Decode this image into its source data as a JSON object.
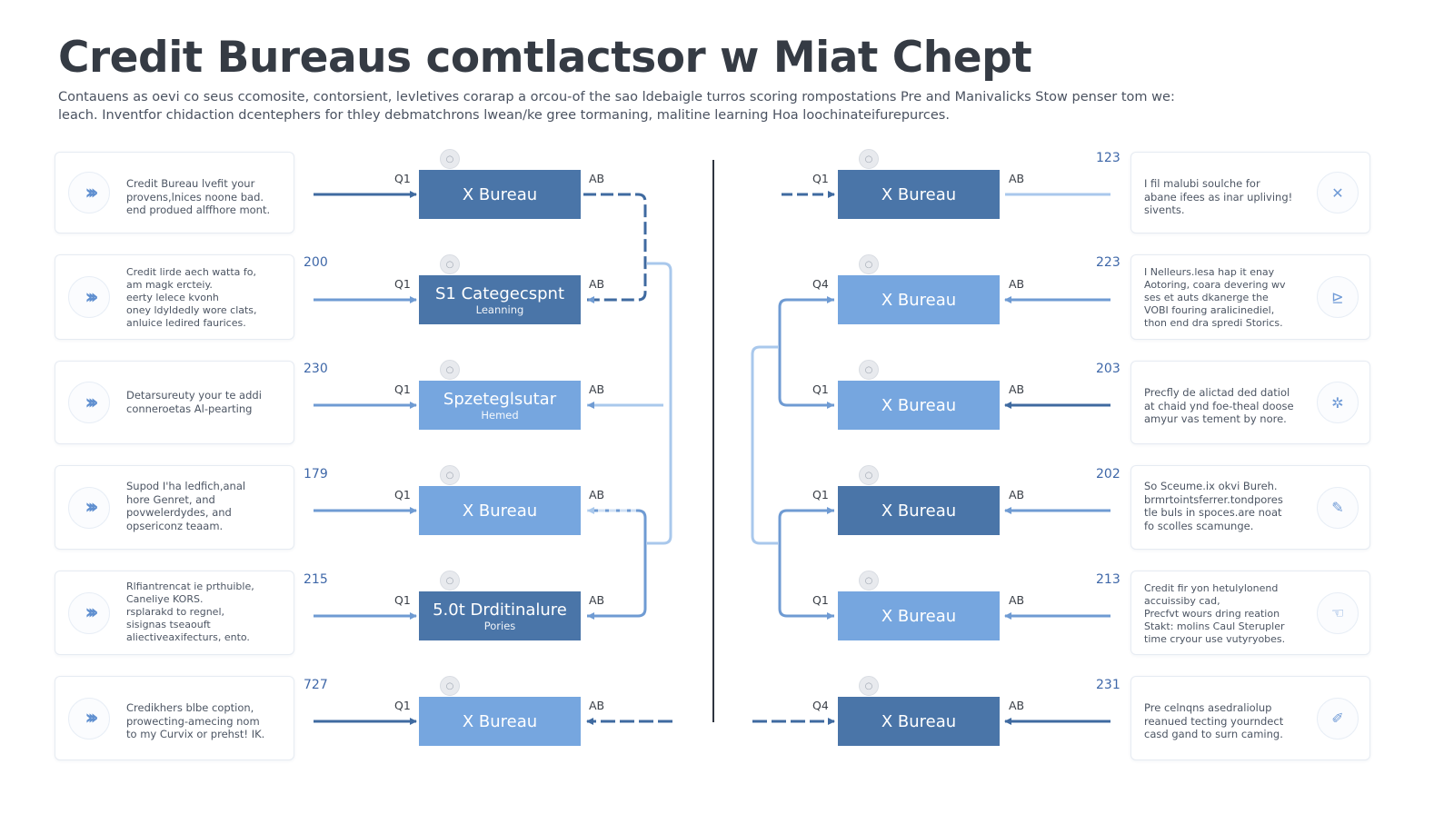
{
  "title": "Credit Bureaus comtlactsor w Miat Chept",
  "subtitle": {
    "line1": "Contauens as oevi co seus ccomosite, contorsient, levletives corarap a orcou-of the sao ldebaigle turros scoring rompostations Pre and Manivalicks Stow penser tom we:",
    "line2": "leach. Inventfor chidaction dcentephers for thley debmatchrons lwean/ke gree tormaning, malitine learning Hoa loochinateifurepurces."
  },
  "colors": {
    "node_dark": "#4a75a8",
    "node_light": "#76a6df",
    "wire_dark": "#3f6aa0",
    "wire_light": "#a9c8ec"
  },
  "left": {
    "cards": [
      {
        "icon": "double-chevron-icon",
        "lines": [
          "Credit Bureau lvefit your",
          "provens,lnices noone bad.",
          "end produed alffhore mont."
        ]
      },
      {
        "icon": "double-chevron-icon",
        "lines": [
          "Credit lirde aech watta fo,",
          "am magk ercteiy.",
          "eerty lelece kvonh",
          "oney ldyldedly wore clats,",
          "anluice ledired faurices."
        ]
      },
      {
        "icon": "double-chevron-icon",
        "lines": [
          "Detarsureuty your te addi",
          "conneroetas Al-pearting"
        ]
      },
      {
        "icon": "double-chevron-icon",
        "lines": [
          "Supod I'ha ledfich,anal",
          "hore Genret, and",
          "povwelerdydes, and",
          "opsericonz teaam."
        ]
      },
      {
        "icon": "double-chevron-icon",
        "lines": [
          "Rlfiantrencat ie prthuible,",
          "Caneliye KORS.",
          "rsplarakd to regnel,",
          "sisignas tseaouft",
          "aliectiveaxifecturs, ento."
        ]
      },
      {
        "icon": "double-chevron-icon",
        "lines": [
          "Credikhers blbe coption,",
          "prowecting-amecing nom",
          "to my Curvix or prehst! IK."
        ]
      }
    ],
    "numbers": [
      "200",
      "230",
      "179",
      "215",
      "727"
    ],
    "nodes": [
      {
        "title": "X Bureau",
        "sub": "",
        "in_label": "Q1",
        "out_label": "AB"
      },
      {
        "title": "S1 Categecspnt",
        "sub": "Leanning",
        "in_label": "Q1",
        "out_label": "AB"
      },
      {
        "title": "Spzeteglsutar",
        "sub": "Hemed",
        "in_label": "Q1",
        "out_label": "AB"
      },
      {
        "title": "X Bureau",
        "sub": "",
        "in_label": "Q1",
        "out_label": "AB"
      },
      {
        "title": "5.0t Drditinalure",
        "sub": "Pories",
        "in_label": "Q1",
        "out_label": "AB"
      },
      {
        "title": "X Bureau",
        "sub": "",
        "in_label": "Q1",
        "out_label": "AB"
      }
    ]
  },
  "right": {
    "numbers": [
      "123",
      "223",
      "203",
      "202",
      "213",
      "231"
    ],
    "nodes": [
      {
        "title": "X Bureau",
        "in_label": "Q1",
        "out_label": "AB"
      },
      {
        "title": "X Bureau",
        "in_label": "Q4",
        "out_label": "AB"
      },
      {
        "title": "X Bureau",
        "in_label": "Q1",
        "out_label": "AB"
      },
      {
        "title": "X Bureau",
        "in_label": "Q1",
        "out_label": "AB"
      },
      {
        "title": "X Bureau",
        "in_label": "Q1",
        "out_label": "AB"
      },
      {
        "title": "X Bureau",
        "in_label": "Q4",
        "out_label": "AB"
      }
    ],
    "cards": [
      {
        "icon": "x-mark-icon",
        "lines": [
          "I fil malubi soulche for",
          "abane ifees as inar upliving!",
          "sivents."
        ]
      },
      {
        "icon": "chart-icon",
        "lines": [
          "I Nelleurs.lesa hap it enay",
          "Aotoring, coara devering wv",
          "ses et auts dkanerge the",
          "VOBI fouring aralicinediel,",
          "thon end dra spredi Storics."
        ]
      },
      {
        "icon": "sparkle-icon",
        "lines": [
          "Precfly de alictad ded datiol",
          "at chaid ynd foe-theal doose",
          "amyur vas tement by nore."
        ]
      },
      {
        "icon": "pencil-icon",
        "lines": [
          "So Sceume.ix okvi Bureh.",
          "brmrtointsferrer.tondpores",
          "tle buls in spoces.are noat",
          "fo scolles scamunge."
        ]
      },
      {
        "icon": "hand-icon",
        "lines": [
          "Credit fir yon hetulylonend",
          "accuissiby cad,",
          "Precfvt wours dring reation",
          "Stakt: molins Caul Sterupler",
          "time cryour use vutyryobes."
        ]
      },
      {
        "icon": "pen-icon",
        "lines": [
          "Pre celnqns asedraliolup",
          "reanued tecting yourndect",
          "casd gand to surn caming."
        ]
      }
    ]
  }
}
